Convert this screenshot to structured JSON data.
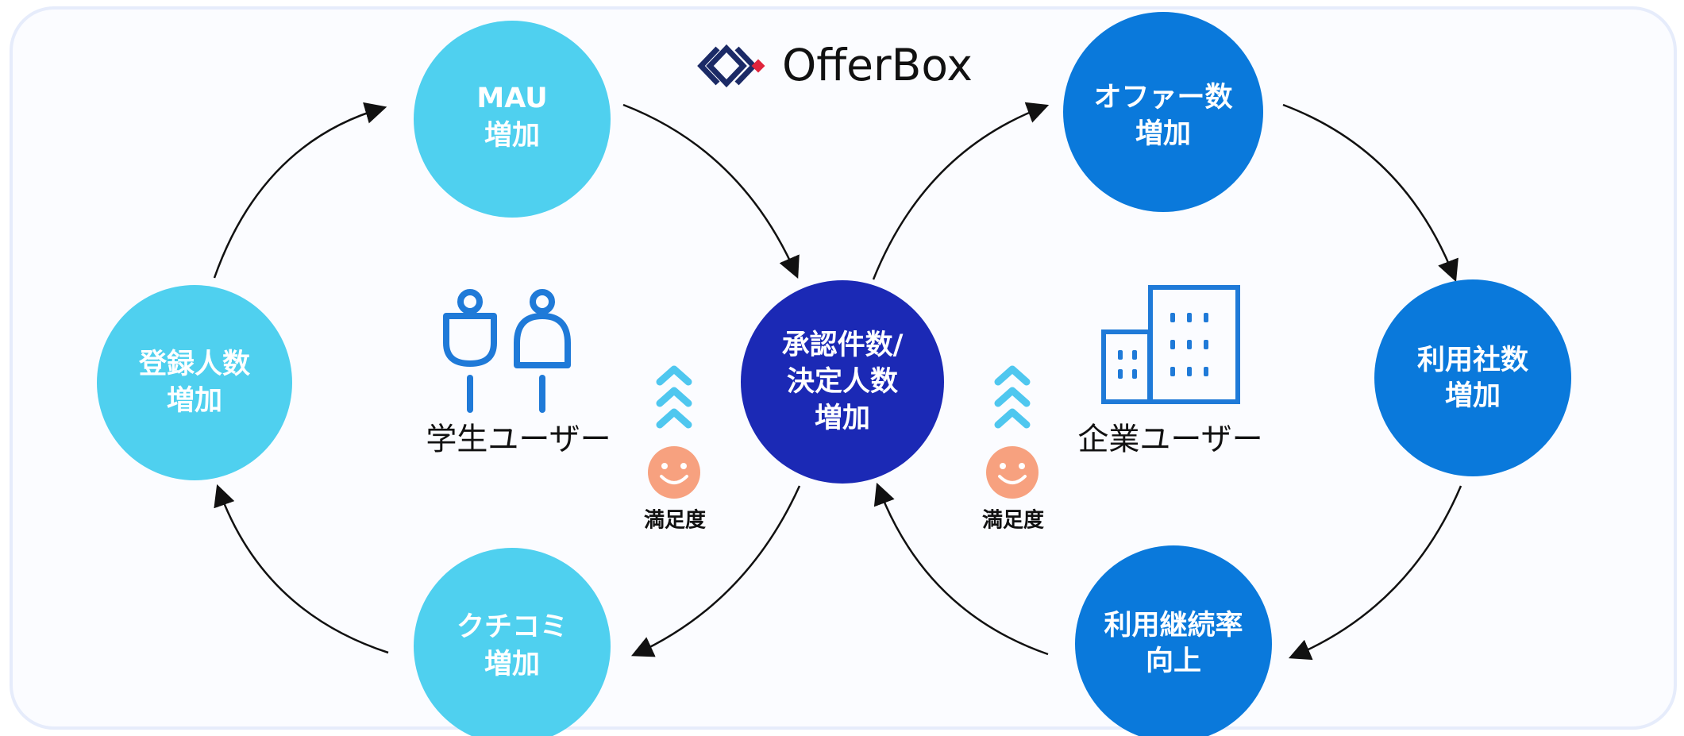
{
  "logo": {
    "text": "OfferBox"
  },
  "nodes": {
    "mau": {
      "line1": "MAU",
      "line2": "増加"
    },
    "registration": {
      "line1": "登録人数",
      "line2": "増加"
    },
    "reviews": {
      "line1": "クチコミ",
      "line2": "増加"
    },
    "center": {
      "line1": "承認件数/",
      "line2": "決定人数",
      "line3": "増加"
    },
    "offers": {
      "line1": "オファー数",
      "line2": "増加"
    },
    "companies": {
      "line1": "利用社数",
      "line2": "増加"
    },
    "retention": {
      "line1": "利用継続率",
      "line2": "向上"
    }
  },
  "groups": {
    "students": {
      "label": "学生ユーザー",
      "icon": "students-icon"
    },
    "companies": {
      "label": "企業ユーザー",
      "icon": "building-icon"
    }
  },
  "satisfaction": {
    "left": {
      "label": "満足度",
      "icon": "smiley-icon"
    },
    "right": {
      "label": "満足度",
      "icon": "smiley-icon"
    }
  },
  "colors": {
    "student_nodes": "#4fd0ef",
    "company_nodes": "#0a79db",
    "center_node": "#1b29b5",
    "chevron": "#4fc7ef",
    "smiley": "#f7a17f",
    "icon_blue": "#1f7ad8",
    "arrow": "#111111",
    "logo_navy": "#1b2a66",
    "logo_red": "#e0243c"
  }
}
